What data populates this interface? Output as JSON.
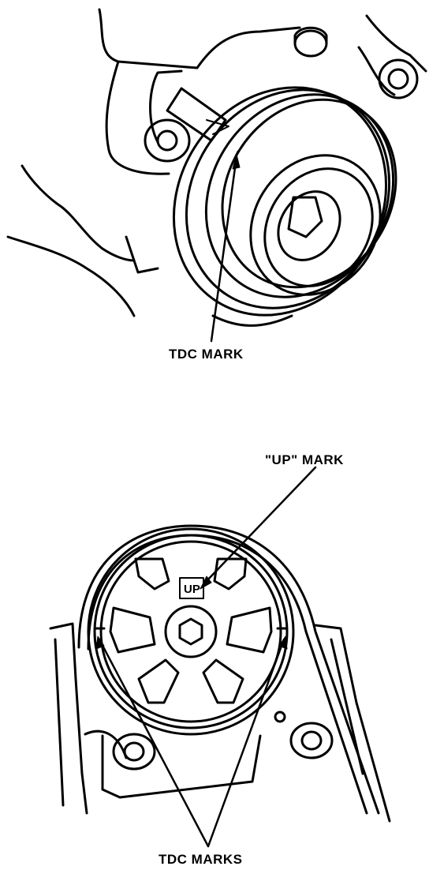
{
  "labels": {
    "tdc_mark": "TDC MARK",
    "up_mark": "\"UP\" MARK",
    "tdc_marks": "TDC MARKS"
  },
  "up_text": "UP",
  "colors": {
    "ink": "#000000",
    "paper": "#ffffff"
  },
  "icons": [
    "crankshaft-pulley-illustration",
    "camshaft-pulley-illustration"
  ]
}
